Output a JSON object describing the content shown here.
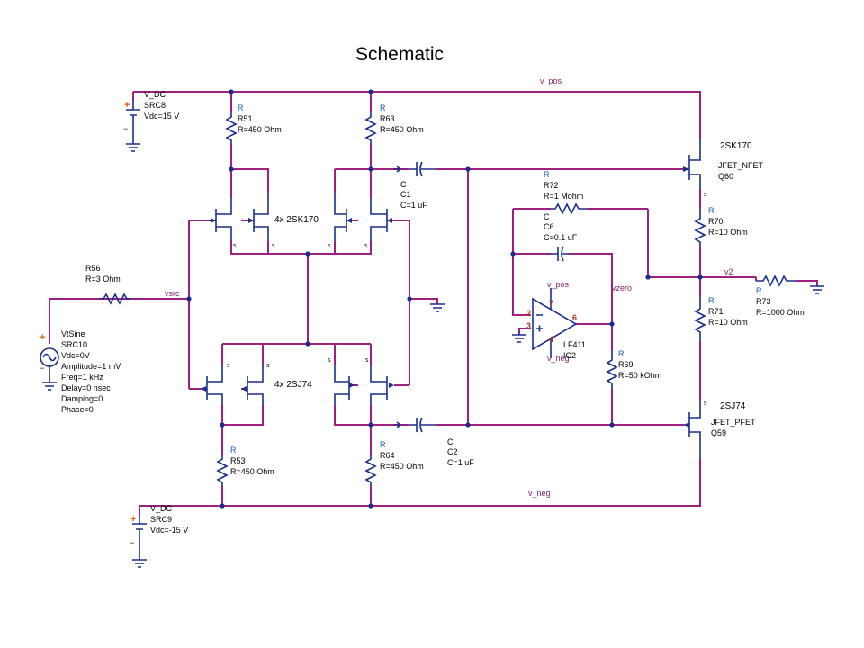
{
  "title": "Schematic",
  "colors": {
    "wire": "#a02080",
    "component": "#1a2f8c",
    "ref_type": "#1a5aa8",
    "pin": "#b0302a",
    "source_plus": "#e05a00"
  },
  "nets": {
    "v_pos": "v_pos",
    "v_neg": "v_neg",
    "vsrc": "vsrc",
    "v2": "v2",
    "vzero": "vzero"
  },
  "sources": {
    "src8": {
      "type": "V_DC",
      "ref": "SRC8",
      "value": "Vdc=15 V"
    },
    "src9": {
      "type": "V_DC",
      "ref": "SRC9",
      "value": "Vdc=-15 V"
    },
    "src10": {
      "type": "VtSine",
      "ref": "SRC10",
      "vdc": "Vdc=0V",
      "amp": "Amplitude=1 mV",
      "freq": "Freq=1 kHz",
      "delay": "Delay=0 nsec",
      "damping": "Damping=0",
      "phase": "Phase=0"
    }
  },
  "resistors": {
    "r51": {
      "type": "R",
      "ref": "R51",
      "value": "R=450 Ohm"
    },
    "r63": {
      "type": "R",
      "ref": "R63",
      "value": "R=450 Ohm"
    },
    "r53": {
      "type": "R",
      "ref": "R53",
      "value": "R=450 Ohm"
    },
    "r64": {
      "type": "R",
      "ref": "R64",
      "value": "R=450 Ohm"
    },
    "r56": {
      "ref": "R56",
      "value": "R=3 Ohm"
    },
    "r72": {
      "type": "R",
      "ref": "R72",
      "value": "R=1 Mohm"
    },
    "r69": {
      "type": "R",
      "ref": "R69",
      "value": "R=50 kOhm"
    },
    "r70": {
      "type": "R",
      "ref": "R70",
      "value": "R=10 Ohm"
    },
    "r71": {
      "type": "R",
      "ref": "R71",
      "value": "R=10 Ohm"
    },
    "r73": {
      "type": "R",
      "ref": "R73",
      "value": "R=1000 Ohm"
    }
  },
  "capacitors": {
    "c1": {
      "type": "C",
      "ref": "C1",
      "value": "C=1 uF"
    },
    "c2": {
      "type": "C",
      "ref": "C2",
      "value": "C=1 uF"
    },
    "c6": {
      "type": "C",
      "ref": "C6",
      "value": "C=0.1 uF"
    }
  },
  "transistors": {
    "q_top_array": "4x 2SK170",
    "q_bot_array": "4x 2SJ74",
    "q60": {
      "part": "2SK170",
      "model": "JFET_NFET",
      "ref": "Q60"
    },
    "q59": {
      "part": "2SJ74",
      "model": "JFET_PFET",
      "ref": "Q59"
    },
    "s_pin": "s"
  },
  "opamp": {
    "part": "LF411",
    "ref": "IC2",
    "pos_rail": "v_pos",
    "neg_rail": "v_neg",
    "pin2": "2",
    "pin3": "3",
    "pin4": "4",
    "pin6": "6",
    "pin7": "7"
  },
  "source_marks": {
    "plus": "+",
    "minus": "−"
  }
}
